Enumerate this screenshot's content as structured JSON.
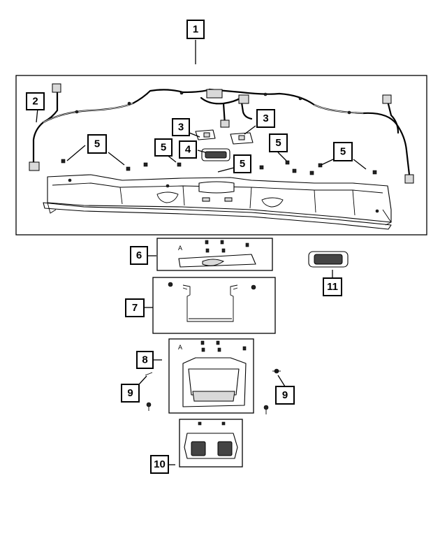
{
  "diagram": {
    "callouts": [
      {
        "id": "c1",
        "label": "1"
      },
      {
        "id": "c2",
        "label": "2"
      },
      {
        "id": "c3a",
        "label": "3"
      },
      {
        "id": "c3b",
        "label": "3"
      },
      {
        "id": "c4",
        "label": "4"
      },
      {
        "id": "c5a",
        "label": "5"
      },
      {
        "id": "c5b",
        "label": "5"
      },
      {
        "id": "c5c",
        "label": "5"
      },
      {
        "id": "c5d",
        "label": "5"
      },
      {
        "id": "c5e",
        "label": "5"
      },
      {
        "id": "c6",
        "label": "6"
      },
      {
        "id": "c7",
        "label": "7"
      },
      {
        "id": "c8",
        "label": "8"
      },
      {
        "id": "c9a",
        "label": "9"
      },
      {
        "id": "c9b",
        "label": "9"
      },
      {
        "id": "c10",
        "label": "10"
      },
      {
        "id": "c11",
        "label": "11"
      }
    ],
    "marks": {
      "arrow_a": "A"
    }
  }
}
